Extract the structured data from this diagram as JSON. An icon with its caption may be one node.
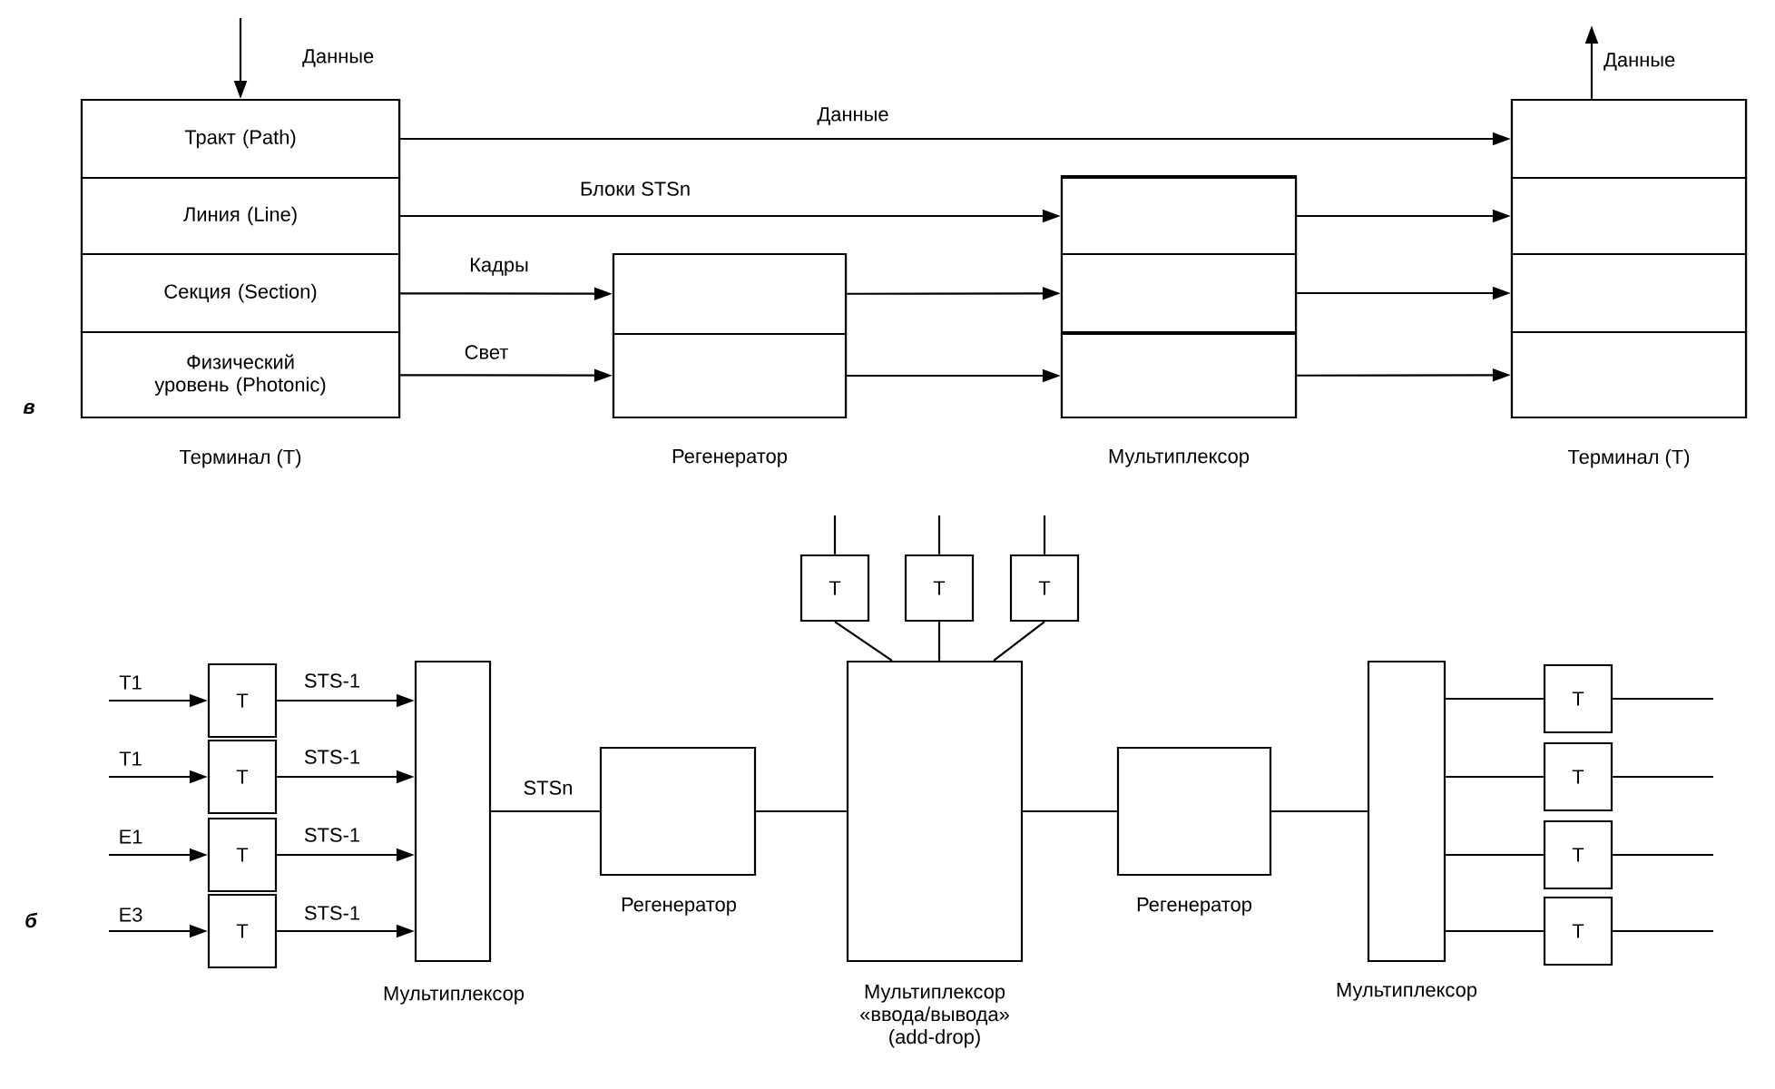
{
  "diagram": {
    "nodes": [
      {
        "text": [],
        "shape": "box",
        "beside": [
          "Терминал (Т)"
        ]
      },
      {
        "text": [
          "Тракт (Path)"
        ],
        "in": 0
      },
      {
        "text": [
          "Линия (Line)"
        ],
        "in": 0
      },
      {
        "text": [
          "Секция (Section)"
        ],
        "in": 0
      },
      {
        "text": [
          "Физический уровень (Photonic)"
        ],
        "in": 0
      },
      {
        "text": [],
        "shape": "box",
        "beside": [
          "Регенератор"
        ]
      },
      {
        "text": [],
        "shape": "box",
        "in": 5
      },
      {
        "text": [],
        "shape": "box",
        "in": 5
      },
      {
        "text": [],
        "shape": "box",
        "beside": [
          "Мультиплексор"
        ]
      },
      {
        "text": [],
        "shape": "box",
        "in": 8
      },
      {
        "text": [],
        "shape": "box",
        "in": 8
      },
      {
        "text": [],
        "shape": "box",
        "in": 8
      },
      {
        "text": [],
        "shape": "box",
        "beside": [
          "Терминал (Т)"
        ]
      },
      {
        "text": [],
        "shape": "box",
        "in": 12
      },
      {
        "text": [],
        "shape": "box",
        "in": 12
      },
      {
        "text": [],
        "shape": "box",
        "in": 12
      },
      {
        "text": [],
        "shape": "box",
        "in": 12
      },
      {
        "text": [
          "Т"
        ]
      },
      {
        "text": [
          "Т"
        ]
      },
      {
        "text": [
          "Т"
        ]
      },
      {
        "text": [
          "Т"
        ]
      },
      {
        "text": [],
        "shape": "box",
        "beside": [
          "Мультиплексор"
        ]
      },
      {
        "text": [],
        "shape": "box",
        "beside": [
          "Регенератор"
        ]
      },
      {
        "text": [
          "Т"
        ]
      },
      {
        "text": [
          "Т"
        ]
      },
      {
        "text": [
          "Т"
        ]
      },
      {
        "text": [],
        "shape": "box",
        "beside": [
          "Мультиплексор «ввода/вывода» (add-drop)"
        ]
      },
      {
        "text": [],
        "shape": "box",
        "beside": [
          "Регенератор"
        ]
      },
      {
        "text": [],
        "shape": "box",
        "beside": [
          "Мультиплексор"
        ]
      },
      {
        "text": [
          "Т"
        ]
      },
      {
        "text": [
          "Т"
        ]
      },
      {
        "text": [
          "Т"
        ]
      },
      {
        "text": [
          "Т"
        ]
      }
    ],
    "edges": [
      {
        "from": null,
        "to": 1,
        "arrow": "to",
        "label": "Данные"
      },
      {
        "from": 1,
        "to": 13,
        "arrow": "to",
        "label": "Данные"
      },
      {
        "from": 2,
        "to": 9,
        "arrow": "to",
        "label": "Блоки STSn"
      },
      {
        "from": 3,
        "to": 6,
        "arrow": "to",
        "label": "Кадры"
      },
      {
        "from": 4,
        "to": 7,
        "arrow": "to",
        "label": "Свет"
      },
      {
        "from": 6,
        "to": 10,
        "arrow": "to"
      },
      {
        "from": 7,
        "to": 11,
        "arrow": "to"
      },
      {
        "from": 9,
        "to": 14,
        "arrow": "to"
      },
      {
        "from": 10,
        "to": 15,
        "arrow": "to"
      },
      {
        "from": 11,
        "to": 16,
        "arrow": "to"
      },
      {
        "from": 13,
        "to": null,
        "arrow": "to",
        "label": "Данные"
      },
      {
        "from": null,
        "to": 17,
        "arrow": "to",
        "label": "T1"
      },
      {
        "from": null,
        "to": 18,
        "arrow": "to",
        "label": "T1"
      },
      {
        "from": null,
        "to": 19,
        "arrow": "to",
        "label": "E1"
      },
      {
        "from": null,
        "to": 20,
        "arrow": "to",
        "label": "E3"
      },
      {
        "from": 17,
        "to": 21,
        "arrow": "to",
        "label": "STS-1"
      },
      {
        "from": 18,
        "to": 21,
        "arrow": "to",
        "label": "STS-1"
      },
      {
        "from": 19,
        "to": 21,
        "arrow": "to",
        "label": "STS-1"
      },
      {
        "from": 20,
        "to": 21,
        "arrow": "to",
        "label": "STS-1"
      },
      {
        "from": 21,
        "to": 22,
        "arrow": "none",
        "label": "STSn"
      },
      {
        "from": 22,
        "to": 26,
        "arrow": "none"
      },
      {
        "from": 23,
        "to": null,
        "arrow": "none"
      },
      {
        "from": 24,
        "to": null,
        "arrow": "none"
      },
      {
        "from": 25,
        "to": null,
        "arrow": "none"
      },
      {
        "from": 23,
        "to": 26,
        "arrow": "none"
      },
      {
        "from": 24,
        "to": 26,
        "arrow": "none"
      },
      {
        "from": 25,
        "to": 26,
        "arrow": "none"
      },
      {
        "from": 26,
        "to": 27,
        "arrow": "none"
      },
      {
        "from": 27,
        "to": 28,
        "arrow": "none"
      },
      {
        "from": 28,
        "to": 29,
        "arrow": "none"
      },
      {
        "from": 28,
        "to": 30,
        "arrow": "none"
      },
      {
        "from": 28,
        "to": 31,
        "arrow": "none"
      },
      {
        "from": 28,
        "to": 32,
        "arrow": "none"
      },
      {
        "from": 29,
        "to": null,
        "arrow": "none"
      },
      {
        "from": 30,
        "to": null,
        "arrow": "none"
      },
      {
        "from": 31,
        "to": null,
        "arrow": "none"
      },
      {
        "from": 32,
        "to": null,
        "arrow": "none"
      }
    ],
    "labels": [
      "в",
      "б"
    ]
  }
}
